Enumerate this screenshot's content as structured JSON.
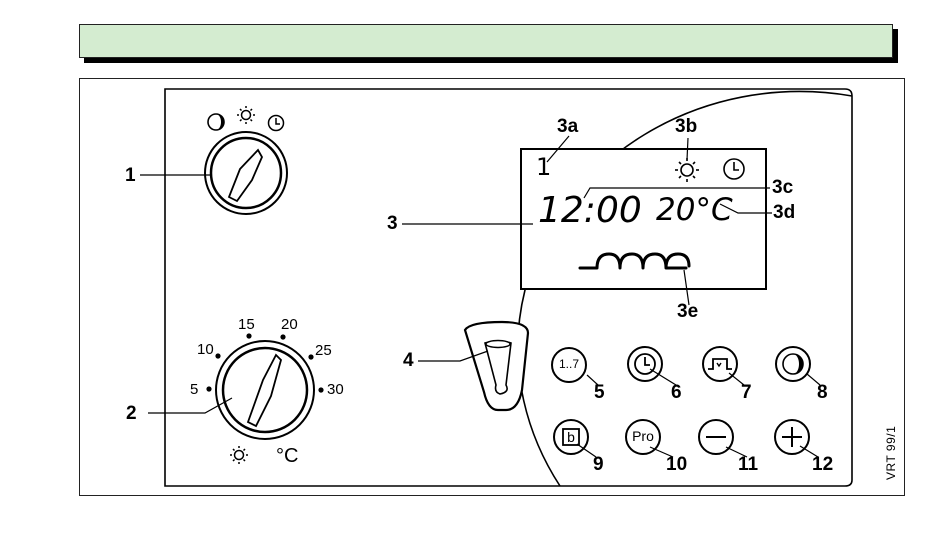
{
  "callouts": {
    "dial1": "1",
    "dial2": "2",
    "display": "3",
    "display_a": "3a",
    "display_b": "3b",
    "display_c": "3c",
    "display_d": "3d",
    "display_e": "3e",
    "switch": "4",
    "btn_days": "5",
    "btn_clock": "6",
    "btn_program": "7",
    "btn_night": "8",
    "btn_b": "9",
    "btn_pro": "10",
    "btn_minus": "11",
    "btn_plus": "12"
  },
  "dial2_scale": [
    "5",
    "10",
    "15",
    "20",
    "25",
    "30"
  ],
  "dial2_unit": "°C",
  "lcd": {
    "day": "1",
    "time": "12:00",
    "temp": "20°C"
  },
  "buttons": {
    "days": "1..7",
    "b": "b",
    "pro": "Pro"
  },
  "ref_code": "VRT 99/1",
  "icons": [
    "moon-icon",
    "sun-icon",
    "clock-icon",
    "switch-icon",
    "minus-icon",
    "plus-icon"
  ]
}
